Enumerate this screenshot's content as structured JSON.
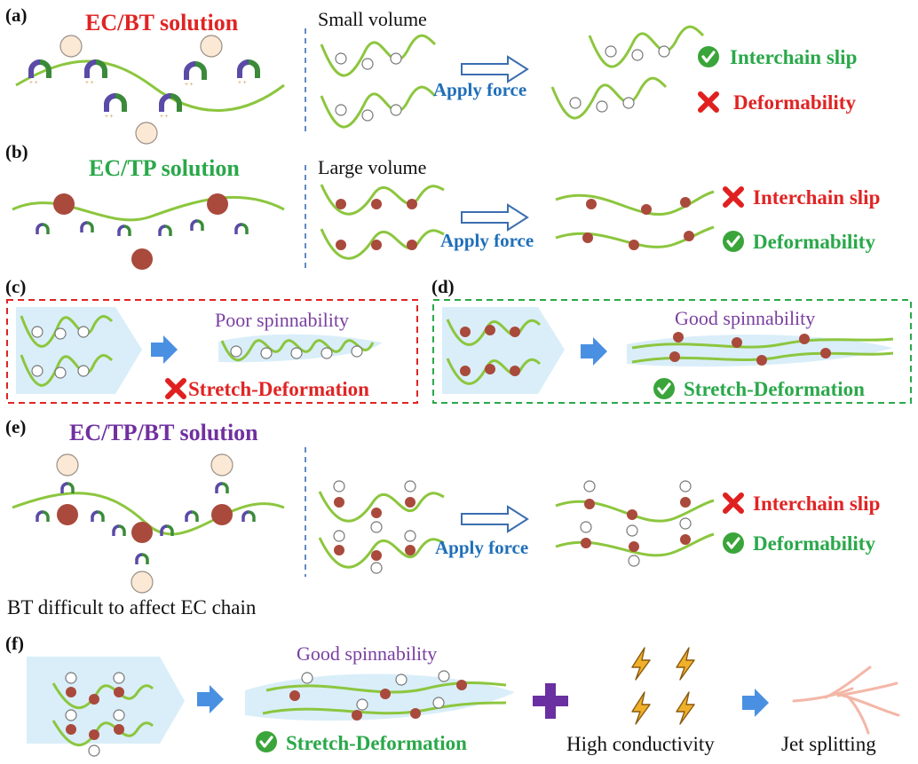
{
  "colors": {
    "chain": "#8cc63e",
    "red_text": "#e02424",
    "green_text": "#2aa84a",
    "purple_text": "#7030a0",
    "blue_text": "#1f6fb8",
    "tp_particle": "#a94a3c",
    "bt_particle": "#fbe9d6",
    "check": "#3aa53a",
    "cross": "#e02020",
    "arrow_blue": "#4a90e2",
    "plus": "#6a2fa0",
    "bolt": "#f0b02a",
    "jet": "#f3b7a8",
    "shade": "#d9eef9",
    "box_red": "#e02424",
    "box_green": "#2aa84a"
  },
  "panels": {
    "a": {
      "label": "(a)",
      "title": "EC/BT solution",
      "volume_note": "Small volume",
      "force": "Apply force",
      "result_1": "Interchain slip",
      "result_2": "Deformability"
    },
    "b": {
      "label": "(b)",
      "title": "EC/TP solution",
      "volume_note": "Large volume",
      "force": "Apply force",
      "result_1": "Interchain slip",
      "result_2": "Deformability"
    },
    "c": {
      "label": "(c)",
      "spinnability": "Poor spinnability",
      "stretch": "Stretch-Deformation"
    },
    "d": {
      "label": "(d)",
      "spinnability": "Good spinnability",
      "stretch": "Stretch-Deformation"
    },
    "e": {
      "label": "(e)",
      "title": "EC/TP/BT solution",
      "force": "Apply force",
      "result_1": "Interchain slip",
      "result_2": "Deformability",
      "caption": "BT difficult to affect EC chain"
    },
    "f": {
      "label": "(f)",
      "spinnability": "Good spinnability",
      "stretch": "Stretch-Deformation",
      "conductivity": "High conductivity",
      "jet": "Jet splitting"
    }
  }
}
